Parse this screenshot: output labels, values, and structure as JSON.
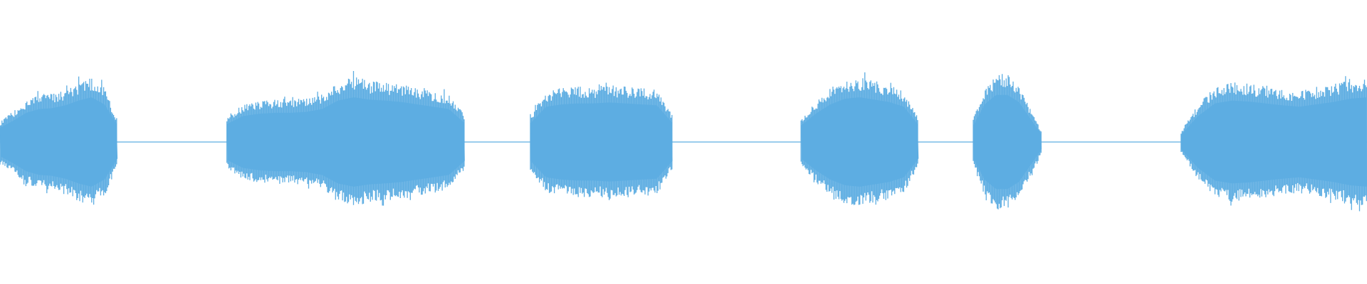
{
  "colors": {
    "background": "#ffffff",
    "waveform": "#5dade2"
  },
  "waveform": {
    "relative_amplitude_range": [
      -1,
      1
    ],
    "silence_level": 0.01,
    "segments": [
      {
        "start": 0.0,
        "end": 0.086,
        "shape": [
          0.3,
          0.45,
          0.62,
          0.7,
          0.72,
          0.78,
          0.88,
          0.95,
          0.8,
          0.35
        ]
      },
      {
        "start": 0.166,
        "end": 0.34,
        "shape": [
          0.38,
          0.55,
          0.6,
          0.62,
          0.62,
          0.64,
          0.7,
          0.88,
          0.95,
          0.9,
          0.88,
          0.85,
          0.8,
          0.75,
          0.7,
          0.4
        ]
      },
      {
        "start": 0.388,
        "end": 0.492,
        "shape": [
          0.4,
          0.75,
          0.8,
          0.82,
          0.82,
          0.84,
          0.82,
          0.8,
          0.78,
          0.4
        ]
      },
      {
        "start": 0.586,
        "end": 0.672,
        "shape": [
          0.35,
          0.6,
          0.8,
          0.92,
          0.95,
          0.9,
          0.85,
          0.75,
          0.35
        ]
      },
      {
        "start": 0.712,
        "end": 0.762,
        "shape": [
          0.35,
          0.8,
          1.0,
          1.0,
          0.85,
          0.5,
          0.15
        ]
      },
      {
        "start": 0.864,
        "end": 1.0,
        "shape": [
          0.15,
          0.55,
          0.82,
          0.88,
          0.86,
          0.82,
          0.78,
          0.75,
          0.8,
          0.85,
          0.92,
          0.95
        ]
      }
    ]
  }
}
